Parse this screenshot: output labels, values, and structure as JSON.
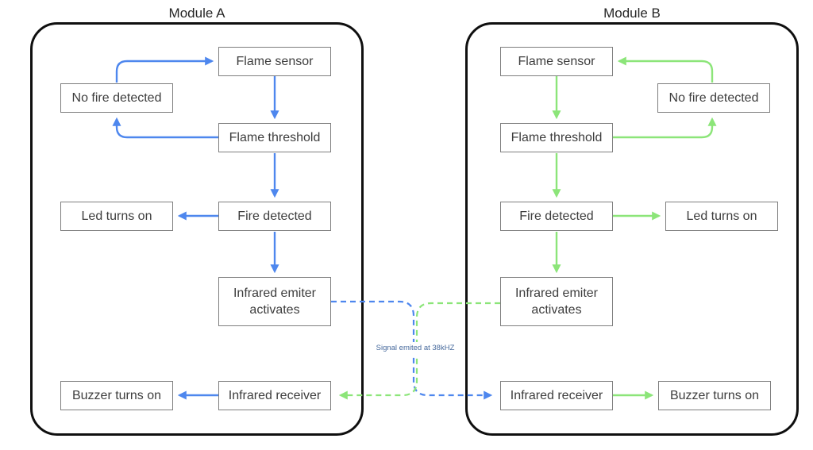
{
  "diagram": {
    "module_a": {
      "title": "Module A",
      "accent_color": "#4e87ee",
      "nodes": {
        "flame_sensor": "Flame sensor",
        "no_fire_detected": "No fire detected",
        "flame_threshold": "Flame threshold",
        "fire_detected": "Fire detected",
        "led_turns_on": "Led turns on",
        "infrared_emitter": "Infrared emiter activates",
        "infrared_receiver": "Infrared receiver",
        "buzzer_turns_on": "Buzzer turns on"
      },
      "edges": [
        {
          "from": "flame_sensor",
          "to": "flame_threshold"
        },
        {
          "from": "flame_threshold",
          "to": "no_fire_detected"
        },
        {
          "from": "no_fire_detected",
          "to": "flame_sensor"
        },
        {
          "from": "flame_threshold",
          "to": "fire_detected"
        },
        {
          "from": "fire_detected",
          "to": "led_turns_on"
        },
        {
          "from": "fire_detected",
          "to": "infrared_emitter"
        },
        {
          "from": "infrared_receiver",
          "to": "buzzer_turns_on"
        }
      ]
    },
    "module_b": {
      "title": "Module B",
      "accent_color": "#8ce579",
      "nodes": {
        "flame_sensor": "Flame sensor",
        "no_fire_detected": "No fire detected",
        "flame_threshold": "Flame threshold",
        "fire_detected": "Fire detected",
        "led_turns_on": "Led turns on",
        "infrared_emitter": "Infrared emiter activates",
        "infrared_receiver": "Infrared receiver",
        "buzzer_turns_on": "Buzzer turns on"
      },
      "edges": [
        {
          "from": "flame_sensor",
          "to": "flame_threshold"
        },
        {
          "from": "flame_threshold",
          "to": "no_fire_detected"
        },
        {
          "from": "no_fire_detected",
          "to": "flame_sensor"
        },
        {
          "from": "flame_threshold",
          "to": "fire_detected"
        },
        {
          "from": "fire_detected",
          "to": "led_turns_on"
        },
        {
          "from": "fire_detected",
          "to": "infrared_emitter"
        },
        {
          "from": "infrared_receiver",
          "to": "buzzer_turns_on"
        }
      ]
    },
    "cross_links": [
      {
        "from": "module_a.infrared_emitter",
        "to": "module_b.infrared_receiver",
        "style": "dashed",
        "color": "#4e87ee"
      },
      {
        "from": "module_b.infrared_emitter",
        "to": "module_a.infrared_receiver",
        "style": "dashed",
        "color": "#8ce579"
      }
    ],
    "signal_label": "Signal emited at 38kHZ",
    "colors": {
      "background": "#ffffff",
      "container_border": "#0f0f0f",
      "node_border": "#7e7e7e",
      "node_text": "#3d3d3d",
      "title_text": "#262626",
      "signal_label_text": "#46699c"
    }
  }
}
